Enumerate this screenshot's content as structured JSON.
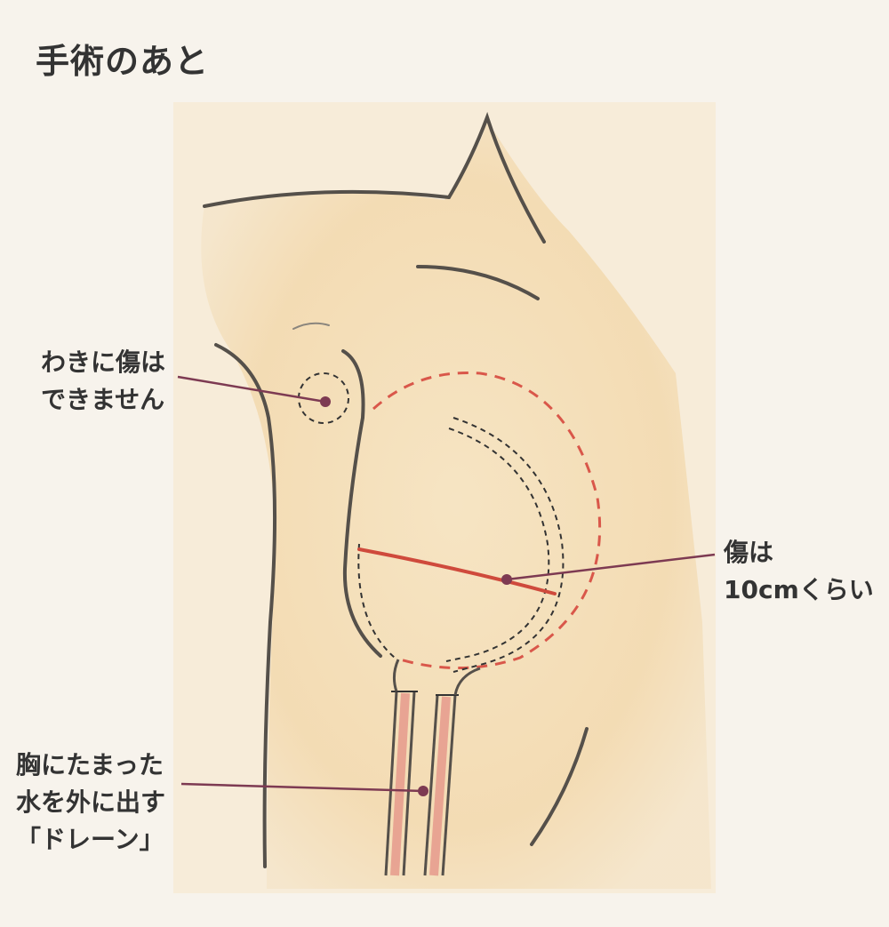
{
  "title": "手術のあと",
  "labels": {
    "armpit": {
      "line1": "わきに傷は",
      "line2": "できません"
    },
    "incision": {
      "line1": "傷は",
      "line2": "10cmくらい"
    },
    "drain": {
      "line1": "胸にたまった",
      "line2": "水を外に出す",
      "line3": "「ドレーン」"
    }
  },
  "colors": {
    "background": "#f7f3ec",
    "skin": "#f4dfb8",
    "outline": "#55504a",
    "incision": "#cf4a3c",
    "leader": "#7d3a52",
    "drain_tube": "#e59a8c"
  }
}
